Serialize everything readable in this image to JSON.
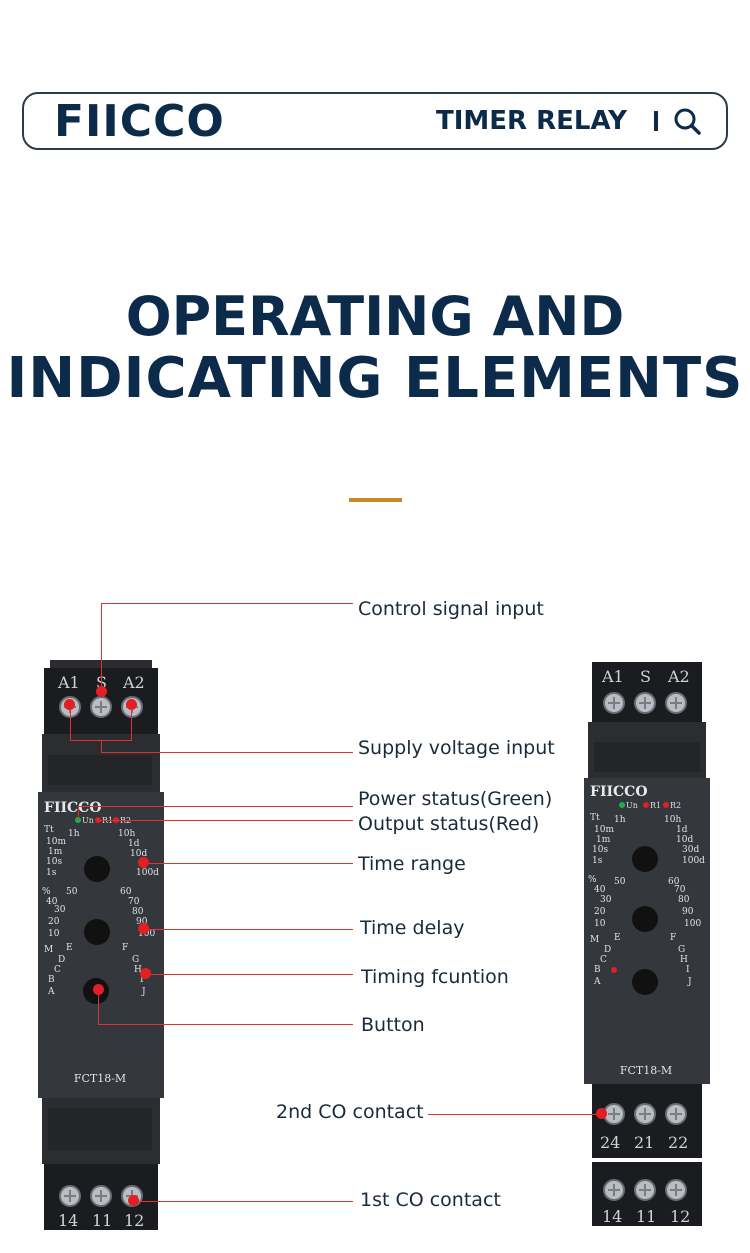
{
  "header": {
    "brand": "FIICCO",
    "title": "TIMER RELAY",
    "search_icon": "search-icon"
  },
  "heading": {
    "line1": "OPERATING AND",
    "line2": "INDICATING  ELEMENTS"
  },
  "colors": {
    "navy": "#0c2a4a",
    "accent": "#c68a2c",
    "pointer": "#e31e24",
    "led_green": "#17b34a"
  },
  "callouts": {
    "control_signal": "Control signal input",
    "supply_voltage": "Supply voltage input",
    "power_status": "Power status(Green)",
    "output_status": "Output status(Red)",
    "time_range": "Time range",
    "time_delay": "Time delay",
    "timing_function": "Timing fcuntion",
    "button": "Button",
    "co2": "2nd CO contact",
    "co1": "1st CO contact"
  },
  "left_device": {
    "top_terminals": [
      "A1",
      "S",
      "A2"
    ],
    "bottom_terminals": [
      "14",
      "11",
      "12"
    ],
    "brand": "FIICCO",
    "leds": [
      "Un",
      "R1",
      "R2"
    ],
    "range_left": [
      "Tt",
      "10m",
      "1m",
      "10s",
      "1s"
    ],
    "range_top_left": "1h",
    "range_top_right": "10h",
    "range_right": [
      "1d",
      "10d",
      "100d"
    ],
    "delay_left": [
      "%",
      "40",
      "30",
      "20",
      "10"
    ],
    "delay_top_left": "50",
    "delay_top_right": "60",
    "delay_right": [
      "70",
      "80",
      "90",
      "100"
    ],
    "func_left": [
      "M",
      "D",
      "C",
      "B",
      "A"
    ],
    "func_top_left": "E",
    "func_top_right": "F",
    "func_right": [
      "G",
      "H",
      "I",
      "J"
    ],
    "model": "FCT18-M"
  },
  "right_device": {
    "top_terminals": [
      "A1",
      "S",
      "A2"
    ],
    "mid_terminals": [
      "24",
      "21",
      "22"
    ],
    "bottom_terminals": [
      "14",
      "11",
      "12"
    ],
    "brand": "FIICCO",
    "leds": [
      "Un",
      "R1",
      "R2"
    ],
    "range_left": [
      "Tt",
      "10m",
      "1m",
      "10s",
      "1s"
    ],
    "range_top_left": "1h",
    "range_top_right": "10h",
    "range_right": [
      "1d",
      "10d",
      "30d",
      "100d"
    ],
    "delay_left": [
      "%",
      "40",
      "30",
      "20",
      "10"
    ],
    "delay_top_left": "50",
    "delay_top_right": "60",
    "delay_right": [
      "70",
      "80",
      "90",
      "100"
    ],
    "func_left": [
      "M",
      "D",
      "C",
      "B",
      "A"
    ],
    "func_top_left": "E",
    "func_top_right": "F",
    "func_right": [
      "G",
      "H",
      "I",
      "J"
    ],
    "model": "FCT18-M"
  }
}
